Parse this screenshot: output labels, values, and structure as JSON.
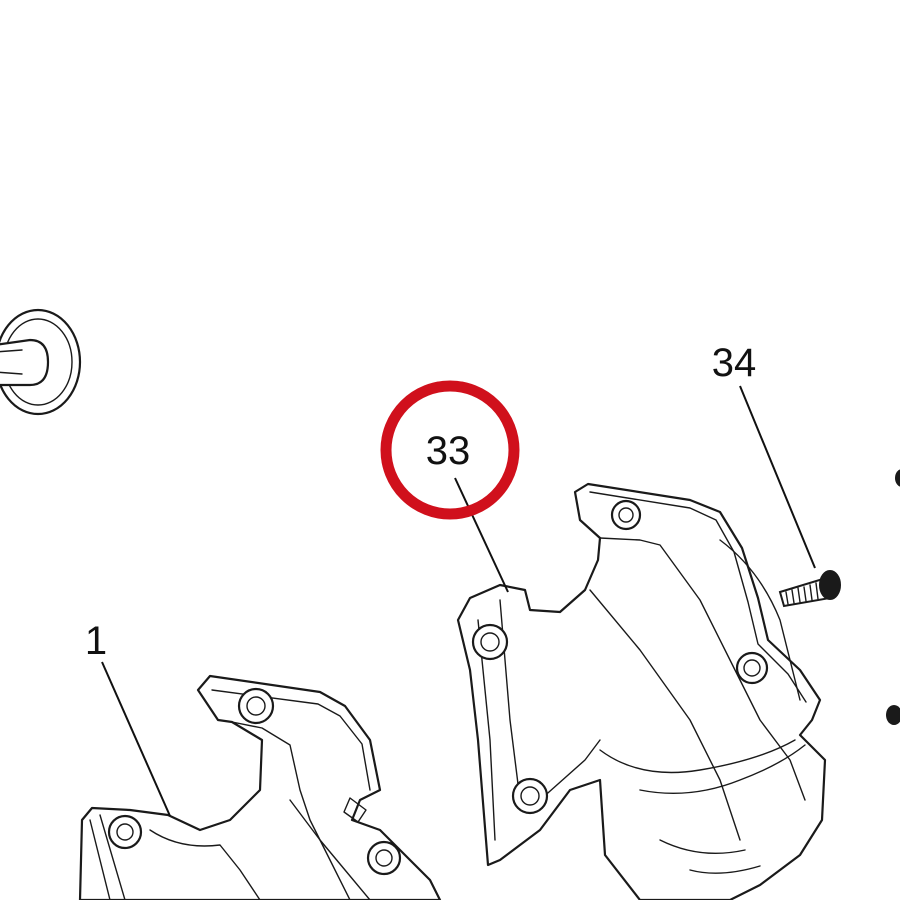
{
  "callouts": {
    "c1": "1",
    "c33": "33",
    "c34": "34"
  },
  "colors": {
    "highlight_ring": "#d0101c",
    "line": "#1a1a1a"
  }
}
